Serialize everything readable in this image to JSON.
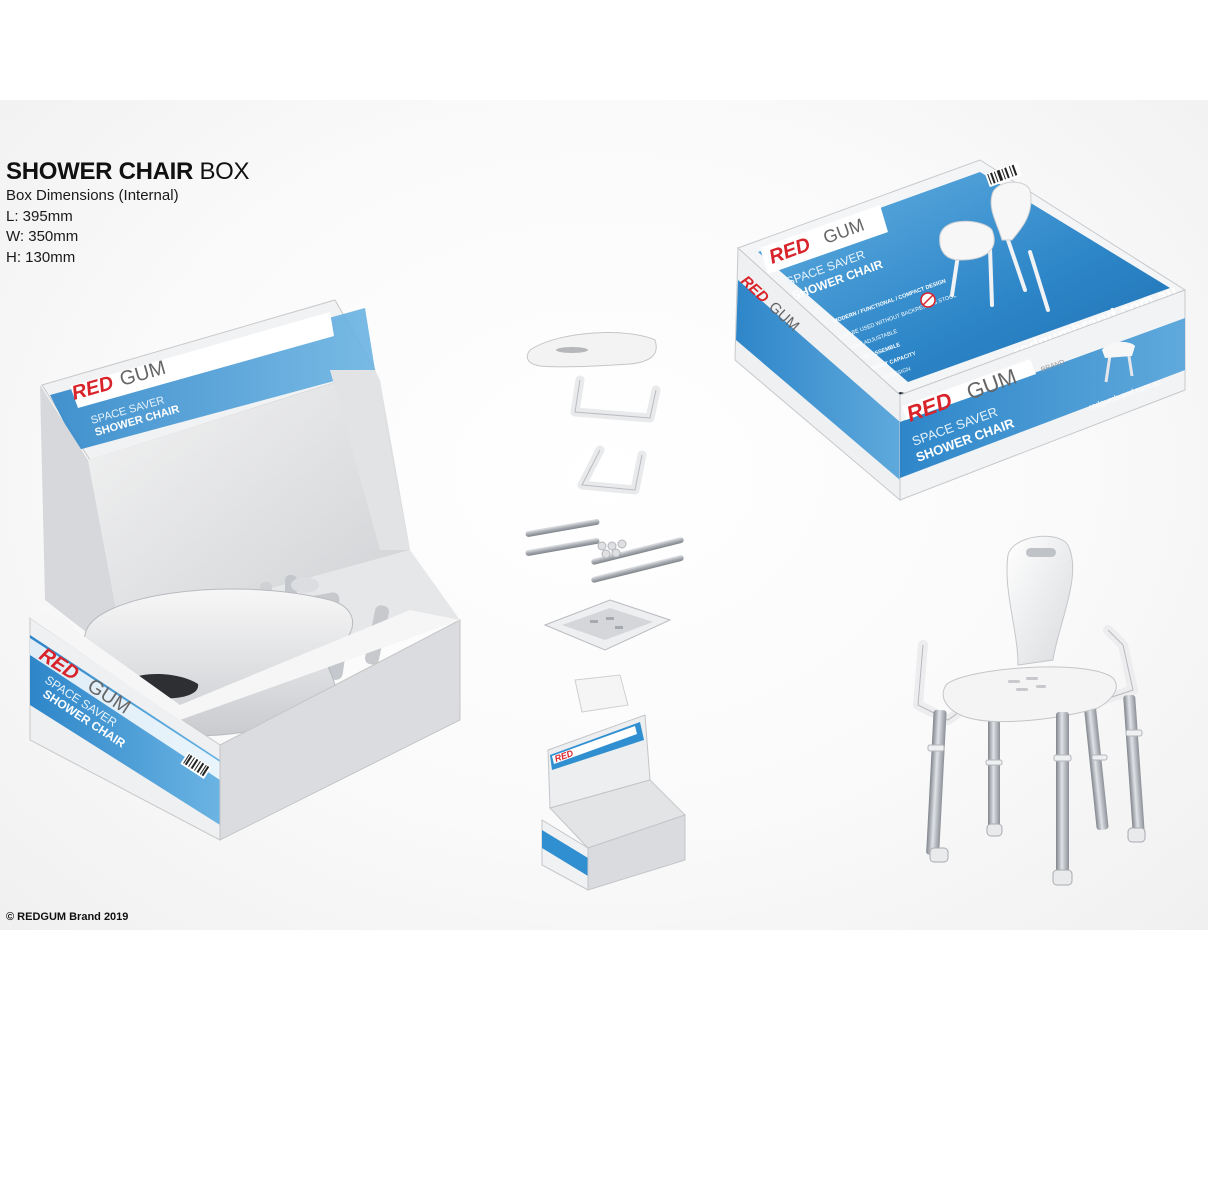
{
  "heading": {
    "title_bold": "SHOWER CHAIR",
    "title_light": " BOX",
    "dims_label": "Box Dimensions (Internal)",
    "length": "L: 395mm",
    "width": "W: 350mm",
    "height": "H: 130mm"
  },
  "footer": {
    "copyright": "© REDGUM Brand 2019"
  },
  "packaging": {
    "brand_red": "RED",
    "brand_gray": "GUM",
    "brand_small": "BRAND",
    "line1": "SPACE SAVER",
    "line2": "SHOWER CHAIR",
    "website": "redgumbrand.com.au",
    "feature1": "MODERN / FUNCTIONAL / COMPACT DESIGN",
    "feature2": "CAN BE USED WITHOUT BACKREST AS STOOL",
    "feature3": "HEIGHT ADJUSTABLE",
    "feature4": "EASY TO ASSEMBLE",
    "feature5": "136kg WEIGHT CAPACITY",
    "feature6": "REGISTERED DESIGN"
  },
  "colors": {
    "brand_red": "#d9232a",
    "box_blue": "#2f8fd0",
    "box_blue_dark": "#1d6fb0",
    "box_white": "#f3f4f6",
    "metal": "#b9bcc1"
  },
  "icons": [
    "barcode-icon",
    "no-stool-icon",
    "australia-map-icon"
  ]
}
